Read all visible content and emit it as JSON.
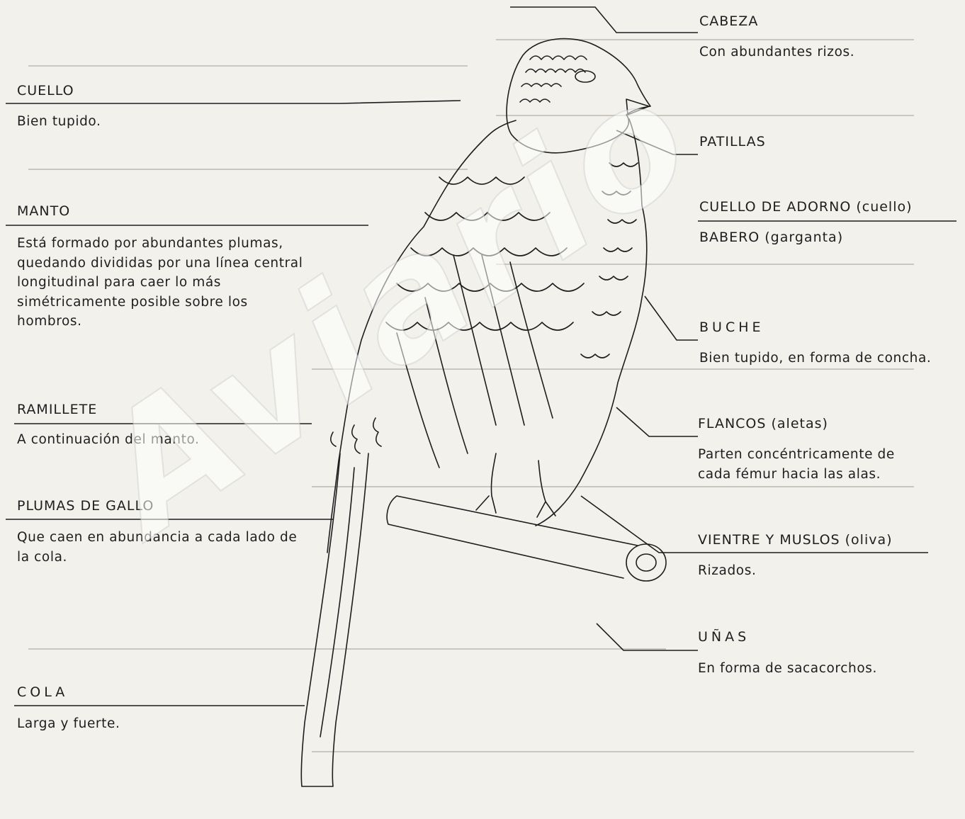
{
  "labels": {
    "cabeza": {
      "title": "CABEZA",
      "desc": "Con abundantes rizos."
    },
    "cuello": {
      "title": "CUELLO",
      "desc": "Bien tupido."
    },
    "patillas": {
      "title": "PATILLAS"
    },
    "cuello_adorno": {
      "title": "CUELLO DE ADORNO (cuello)"
    },
    "babero": {
      "title": "BABERO (garganta)"
    },
    "manto": {
      "title": "MANTO",
      "desc": "Está formado por abundantes plumas, quedando divididas por una línea central longitudinal para caer lo más simétricamente posible sobre los hombros."
    },
    "buche": {
      "title": "BUCHE",
      "desc": "Bien tupido, en forma de concha."
    },
    "ramillete": {
      "title": "RAMILLETE",
      "desc": "A continuación del manto."
    },
    "flancos": {
      "title": "FLANCOS (aletas)",
      "desc": "Parten concéntricamente de cada fémur hacia las alas."
    },
    "plumas_gallo": {
      "title": "PLUMAS DE GALLO",
      "desc": "Que caen en abundancia a cada lado de la cola."
    },
    "vientre": {
      "title": "VIENTRE Y MUSLOS (oliva)",
      "desc": "Rizados."
    },
    "unas": {
      "title": "UÑAS",
      "desc": "En forma de sacacorchos."
    },
    "cola": {
      "title": "COLA",
      "desc": "Larga y fuerte."
    }
  },
  "watermark": "Aviario",
  "colors": {
    "ink": "#1e1e1e",
    "paper": "#f2f1ec",
    "ghost": "#c9c7c0"
  }
}
